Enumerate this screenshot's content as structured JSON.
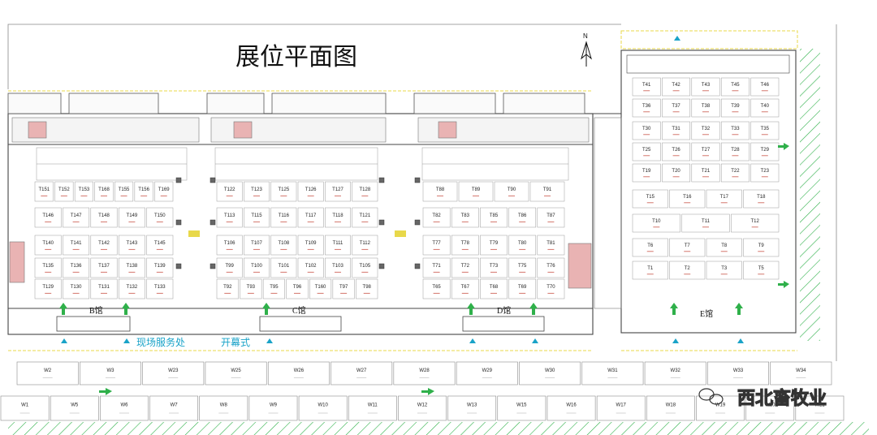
{
  "title": "展位平面图",
  "north": "N",
  "watermark": "西北畜牧业",
  "halls": [
    "B馆",
    "C馆",
    "D馆",
    "E馆"
  ],
  "labels": {
    "service": "现场服务处",
    "opening": "开幕式"
  },
  "colors": {
    "green": "#2fb04a",
    "cyan": "#1aa3c8",
    "yellow": "#e8d84a"
  },
  "booths": {
    "b": [
      [
        "T151",
        "T152",
        "T153",
        "T168",
        "T155",
        "T156",
        "T169"
      ],
      [
        "T146",
        "T147",
        "T148",
        "T149",
        "T150"
      ],
      [
        "T140",
        "T141",
        "T142",
        "T143",
        "T145"
      ],
      [
        "T135",
        "T136",
        "T137",
        "T138",
        "T139"
      ],
      [
        "T129",
        "T130",
        "T131",
        "T132",
        "T133"
      ]
    ],
    "c": [
      [
        "T122",
        "T123",
        "T125",
        "T126",
        "T127",
        "T128"
      ],
      [
        "T113",
        "T115",
        "T116",
        "T117",
        "T118",
        "T121"
      ],
      [
        "T106",
        "T107",
        "T108",
        "T109",
        "T111",
        "T112"
      ],
      [
        "T99",
        "T100",
        "T101",
        "T102",
        "T103",
        "T105"
      ],
      [
        "T92",
        "T93",
        "T95",
        "T96",
        "T160",
        "T97",
        "T98"
      ]
    ],
    "d": [
      [
        "T88",
        "T89",
        "T90",
        "T91"
      ],
      [
        "T82",
        "T83",
        "T85",
        "T86",
        "T87"
      ],
      [
        "T77",
        "T78",
        "T79",
        "T80",
        "T81"
      ],
      [
        "T71",
        "T72",
        "T73",
        "T75",
        "T76"
      ],
      [
        "T65",
        "T67",
        "T68",
        "T69",
        "T70"
      ]
    ],
    "e": [
      [
        "T41",
        "T42",
        "T43",
        "T45",
        "T46"
      ],
      [
        "T36",
        "T37",
        "T38",
        "T39",
        "T40"
      ],
      [
        "T30",
        "T31",
        "T32",
        "T33",
        "T35"
      ],
      [
        "T25",
        "T26",
        "T27",
        "T28",
        "T29"
      ],
      [
        "T19",
        "T20",
        "T21",
        "T22",
        "T23"
      ],
      [
        "T15",
        "T16",
        "T17",
        "T18"
      ],
      [
        "T10",
        "T11",
        "T12"
      ],
      [
        "T6",
        "T7",
        "T8",
        "T9"
      ],
      [
        "T1",
        "T2",
        "T3",
        "T5"
      ]
    ]
  },
  "outdoor": {
    "row1": [
      "W2",
      "W3",
      "W23",
      "W25",
      "W26",
      "W27",
      "W28",
      "W29",
      "W30",
      "W31",
      "W32",
      "W33",
      "W34"
    ],
    "row2": [
      "W1",
      "W5",
      "W6",
      "W7",
      "W8",
      "W9",
      "W10",
      "W11",
      "W12",
      "W13",
      "W15",
      "W16",
      "W17",
      "W18",
      "W19",
      "W20",
      "W21"
    ]
  }
}
